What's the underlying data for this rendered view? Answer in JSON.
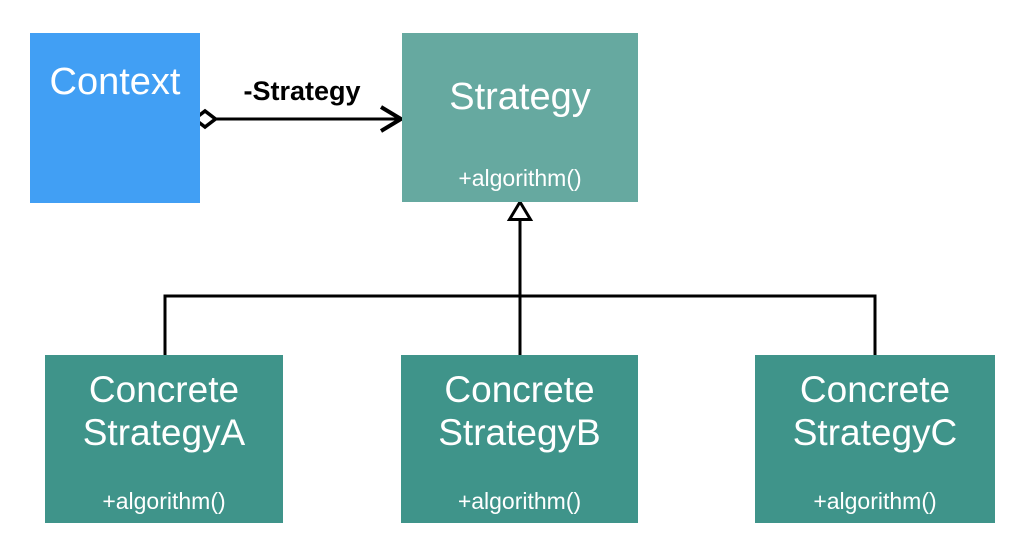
{
  "colors": {
    "background": "#FFFFFF",
    "context_fill": "#419FF4",
    "strategy_fill": "#66A9A0",
    "concrete_fill": "#3F948A",
    "connector": "#000000",
    "box_text": "#FFFFFF",
    "label_text": "#000000"
  },
  "classes": {
    "context": {
      "name": "Context"
    },
    "strategy": {
      "name": "Strategy",
      "method": "+algorithm()"
    },
    "concrete_a": {
      "name": "Concrete StrategyA",
      "method": "+algorithm()"
    },
    "concrete_b": {
      "name": "Concrete StrategyB",
      "method": "+algorithm()"
    },
    "concrete_c": {
      "name": "Concrete StrategyC",
      "method": "+algorithm()"
    }
  },
  "relations": {
    "aggregation": {
      "label": "-Strategy",
      "from": "Context",
      "to": "Strategy",
      "type": "aggregation"
    },
    "generalization": {
      "parent": "Strategy",
      "children": [
        "Concrete StrategyA",
        "Concrete StrategyB",
        "Concrete StrategyC"
      ],
      "type": "generalization"
    }
  }
}
